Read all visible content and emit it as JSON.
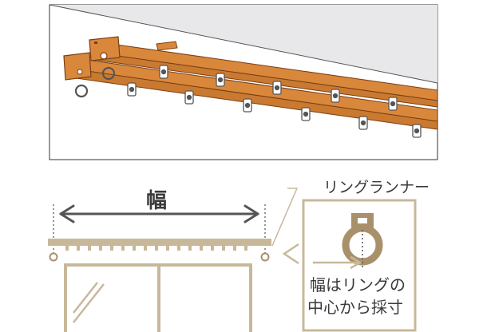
{
  "labels": {
    "width": "幅",
    "ring_runner": "リングランナー",
    "note_line1": "幅はリングの",
    "note_line2": "中心から採寸"
  },
  "colors": {
    "rail_wood": "#d9883b",
    "rail_dark": "#7a3e14",
    "wall": "#e8e8ea",
    "diagram_tan": "#c8b89a",
    "diagram_dark": "#a8916a",
    "text": "#3a3a3a"
  }
}
